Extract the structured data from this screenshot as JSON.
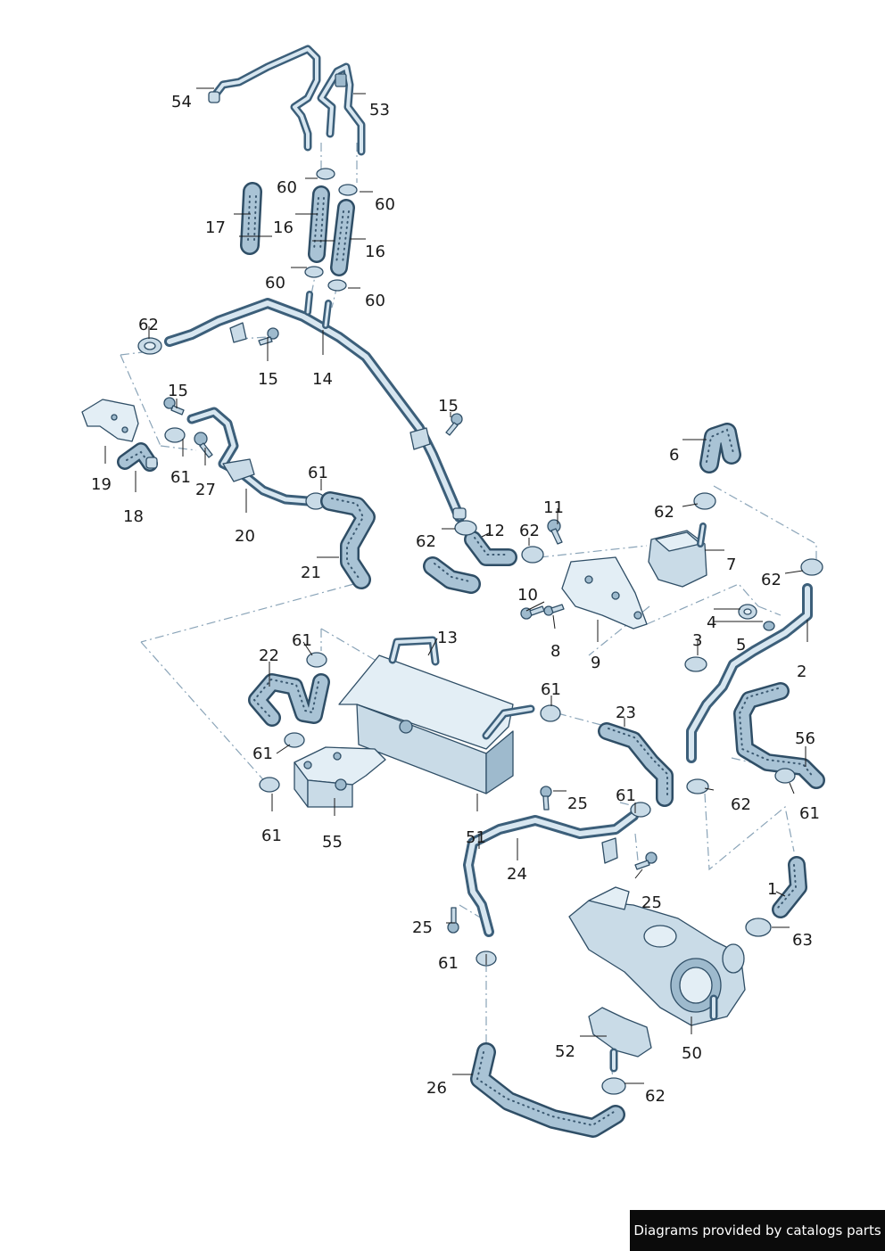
{
  "callouts": [
    {
      "id": "54",
      "label": "54"
    },
    {
      "id": "53",
      "label": "53"
    },
    {
      "id": "60a",
      "label": "60"
    },
    {
      "id": "60b",
      "label": "60"
    },
    {
      "id": "60c",
      "label": "60"
    },
    {
      "id": "60d",
      "label": "60"
    },
    {
      "id": "17",
      "label": "17"
    },
    {
      "id": "16a",
      "label": "16"
    },
    {
      "id": "16b",
      "label": "16"
    },
    {
      "id": "62a",
      "label": "62"
    },
    {
      "id": "15a",
      "label": "15"
    },
    {
      "id": "14",
      "label": "14"
    },
    {
      "id": "15b",
      "label": "15"
    },
    {
      "id": "15c",
      "label": "15"
    },
    {
      "id": "19",
      "label": "19"
    },
    {
      "id": "61a",
      "label": "61"
    },
    {
      "id": "27",
      "label": "27"
    },
    {
      "id": "18",
      "label": "18"
    },
    {
      "id": "20",
      "label": "20"
    },
    {
      "id": "61b",
      "label": "61"
    },
    {
      "id": "21",
      "label": "21"
    },
    {
      "id": "6",
      "label": "6"
    },
    {
      "id": "62b",
      "label": "62"
    },
    {
      "id": "11",
      "label": "11"
    },
    {
      "id": "12",
      "label": "12"
    },
    {
      "id": "62c",
      "label": "62"
    },
    {
      "id": "62d",
      "label": "62"
    },
    {
      "id": "7",
      "label": "7"
    },
    {
      "id": "62e",
      "label": "62"
    },
    {
      "id": "10",
      "label": "10"
    },
    {
      "id": "4",
      "label": "4"
    },
    {
      "id": "8",
      "label": "8"
    },
    {
      "id": "5",
      "label": "5"
    },
    {
      "id": "9",
      "label": "9"
    },
    {
      "id": "3",
      "label": "3"
    },
    {
      "id": "2",
      "label": "2"
    },
    {
      "id": "13",
      "label": "13"
    },
    {
      "id": "61c",
      "label": "61"
    },
    {
      "id": "22",
      "label": "22"
    },
    {
      "id": "61d",
      "label": "61"
    },
    {
      "id": "23",
      "label": "23"
    },
    {
      "id": "56",
      "label": "56"
    },
    {
      "id": "61e",
      "label": "61"
    },
    {
      "id": "25a",
      "label": "25"
    },
    {
      "id": "61f",
      "label": "61"
    },
    {
      "id": "62f",
      "label": "62"
    },
    {
      "id": "61g",
      "label": "61"
    },
    {
      "id": "55",
      "label": "55"
    },
    {
      "id": "61h",
      "label": "61"
    },
    {
      "id": "51",
      "label": "51"
    },
    {
      "id": "24",
      "label": "24"
    },
    {
      "id": "25b",
      "label": "25"
    },
    {
      "id": "1",
      "label": "1"
    },
    {
      "id": "25c",
      "label": "25"
    },
    {
      "id": "63",
      "label": "63"
    },
    {
      "id": "61i",
      "label": "61"
    },
    {
      "id": "52",
      "label": "52"
    },
    {
      "id": "50",
      "label": "50"
    },
    {
      "id": "26",
      "label": "26"
    },
    {
      "id": "62g",
      "label": "62"
    }
  ],
  "watermark": "Diagrams provided by catalogs parts",
  "colors": {
    "outline": "#2f4e66",
    "fill": "#c9dbe7",
    "highlight": "#e3eef5",
    "dash": "#8aa4b8"
  }
}
